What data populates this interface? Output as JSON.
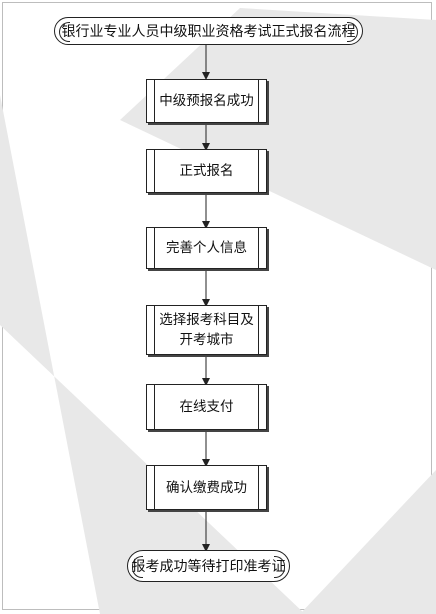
{
  "title": "银行业专业人员中级职业资格考试正式报名流程",
  "steps": [
    {
      "label": "中级预报名成功"
    },
    {
      "label": "正式报名"
    },
    {
      "label": "完善个人信息"
    },
    {
      "label": "选择报考科目及开考城市"
    },
    {
      "label": "在线支付"
    },
    {
      "label": "确认缴费成功"
    }
  ],
  "end": "报考成功等待打印准考证",
  "colors": {
    "background_shape": "#e8e8e8",
    "stroke": "#222222"
  }
}
